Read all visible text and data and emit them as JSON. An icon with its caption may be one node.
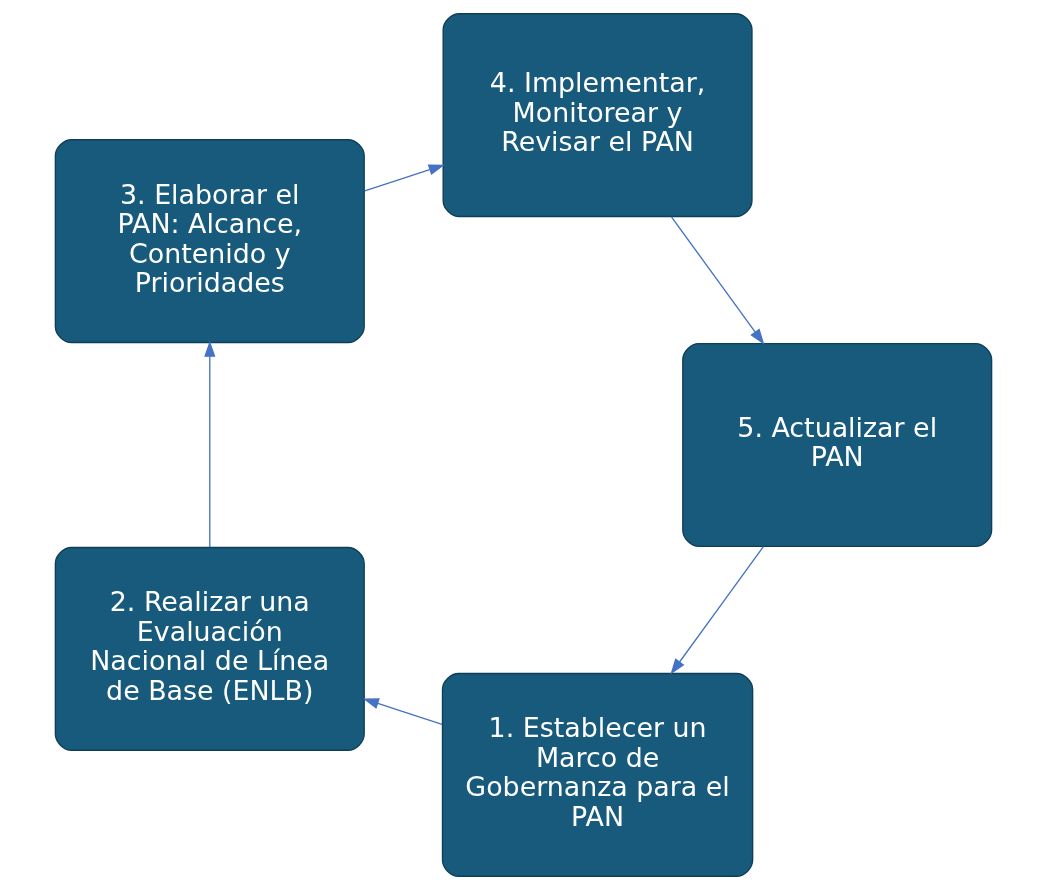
{
  "diagram": {
    "nodes": [
      {
        "text": [
          "1. Establecer un Marco de Gobernanza para el PAN"
        ]
      },
      {
        "text": [
          "2. Realizar una Evaluación Nacional de Línea de Base (ENLB)"
        ]
      },
      {
        "text": [
          "3. Elaborar el PAN: Alcance, Contenido y Prioridades"
        ]
      },
      {
        "text": [
          "4. Implementar, Monitorear y Revisar el PAN"
        ]
      },
      {
        "text": [
          "5. Actualizar el PAN"
        ]
      }
    ],
    "edges": [
      {
        "from": 0,
        "to": 1,
        "arrow": "to"
      },
      {
        "from": 1,
        "to": 2,
        "arrow": "to"
      },
      {
        "from": 2,
        "to": 3,
        "arrow": "to"
      },
      {
        "from": 3,
        "to": 4,
        "arrow": "to"
      },
      {
        "from": 4,
        "to": 0,
        "arrow": "to"
      }
    ]
  }
}
